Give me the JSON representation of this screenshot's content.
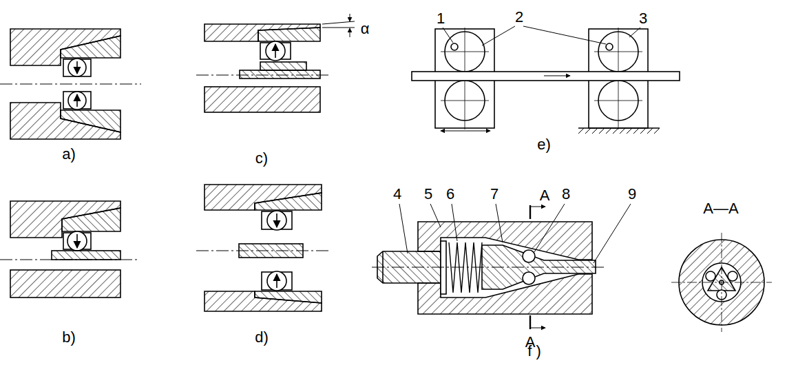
{
  "diagram": {
    "labels": [
      "a)",
      "c)",
      "α",
      "1",
      "2",
      "3",
      "e)",
      "b)",
      "d)",
      "4",
      "5",
      "6",
      "7",
      "A",
      "8",
      "9",
      "A—A",
      "A",
      "f )"
    ]
  }
}
